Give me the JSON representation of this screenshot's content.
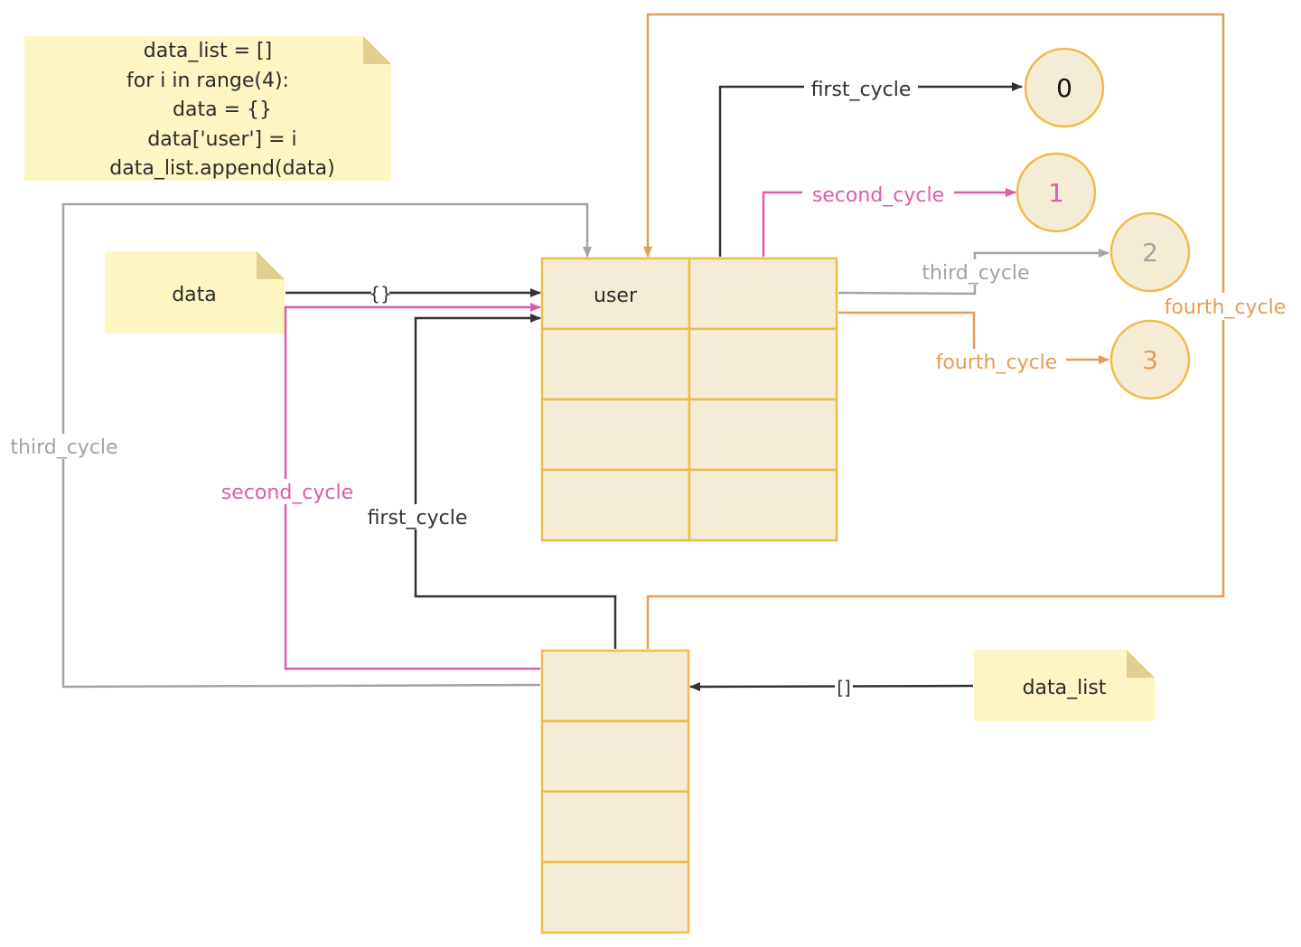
{
  "colors": {
    "note_fill": "#fdf6c3",
    "note_fold": "#e1cf8f",
    "cell_fill": "#f5ecd5",
    "cell_stroke": "#ebbd4a",
    "black": "#333333",
    "pink": "#db5ea8",
    "gray": "#a3a3a3",
    "orange": "#e59d55"
  },
  "code_note": {
    "lines": [
      "data_list = []",
      "for i in range(4):",
      "data = {}",
      "data['user'] = i",
      "data_list.append(data)"
    ]
  },
  "data_note": {
    "label": "data"
  },
  "data_list_note": {
    "label": "data_list"
  },
  "dict_table": {
    "key_label": "user"
  },
  "value_nodes": [
    {
      "label": "0"
    },
    {
      "label": "1"
    },
    {
      "label": "2"
    },
    {
      "label": "3"
    }
  ],
  "edges": {
    "data_init": "{}",
    "list_init": "[]",
    "first_cycle": "first_cycle",
    "second_cycle": "second_cycle",
    "third_cycle": "third_cycle",
    "fourth_cycle": "fourth_cycle"
  }
}
